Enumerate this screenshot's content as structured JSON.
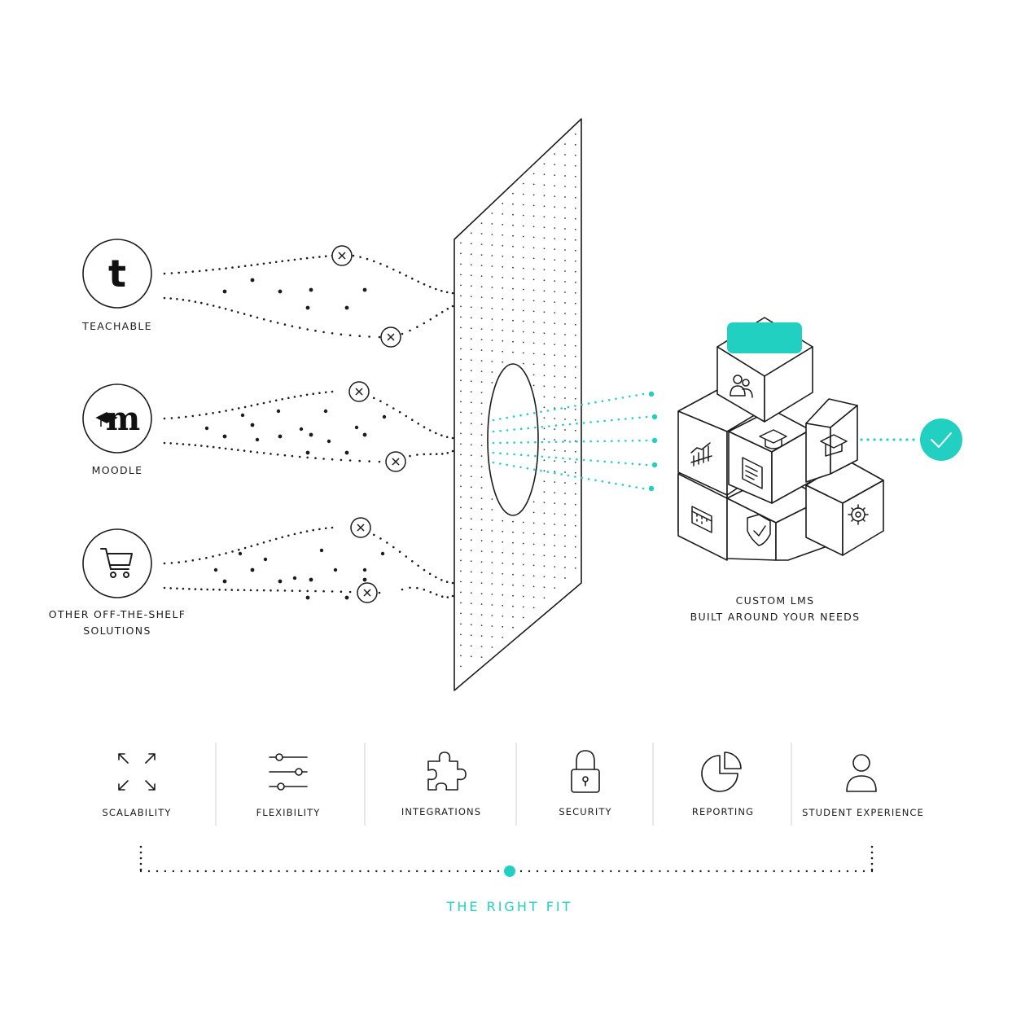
{
  "sources": [
    {
      "id": "teachable",
      "label": "TEACHABLE",
      "logo_text": "t",
      "icon": "teachable-logo-icon"
    },
    {
      "id": "moodle",
      "label": "MOODLE",
      "logo_text": "m",
      "icon": "moodle-logo-icon"
    },
    {
      "id": "other",
      "label": "OTHER OFF-THE-SHELF",
      "label_line2": "SOLUTIONS",
      "icon": "shopping-cart-icon"
    }
  ],
  "result": {
    "label_line1": "CUSTOM LMS",
    "label_line2": "BUILT AROUND YOUR NEEDS"
  },
  "features": [
    {
      "id": "scalability",
      "label": "SCALABILITY",
      "icon": "expand-arrows-icon"
    },
    {
      "id": "flexibility",
      "label": "FLEXIBILITY",
      "icon": "sliders-icon"
    },
    {
      "id": "integrations",
      "label": "INTEGRATIONS",
      "icon": "puzzle-piece-icon"
    },
    {
      "id": "security",
      "label": "SECURITY",
      "icon": "padlock-icon"
    },
    {
      "id": "reporting",
      "label": "REPORTING",
      "icon": "pie-chart-icon"
    },
    {
      "id": "student-experience",
      "label": "STUDENT EXPERIENCE",
      "icon": "user-icon"
    }
  ],
  "footer": {
    "label": "THE RIGHT FIT"
  },
  "colors": {
    "accent": "#22d0c2",
    "ink": "#1c1c1c",
    "background": "#ffffff"
  }
}
